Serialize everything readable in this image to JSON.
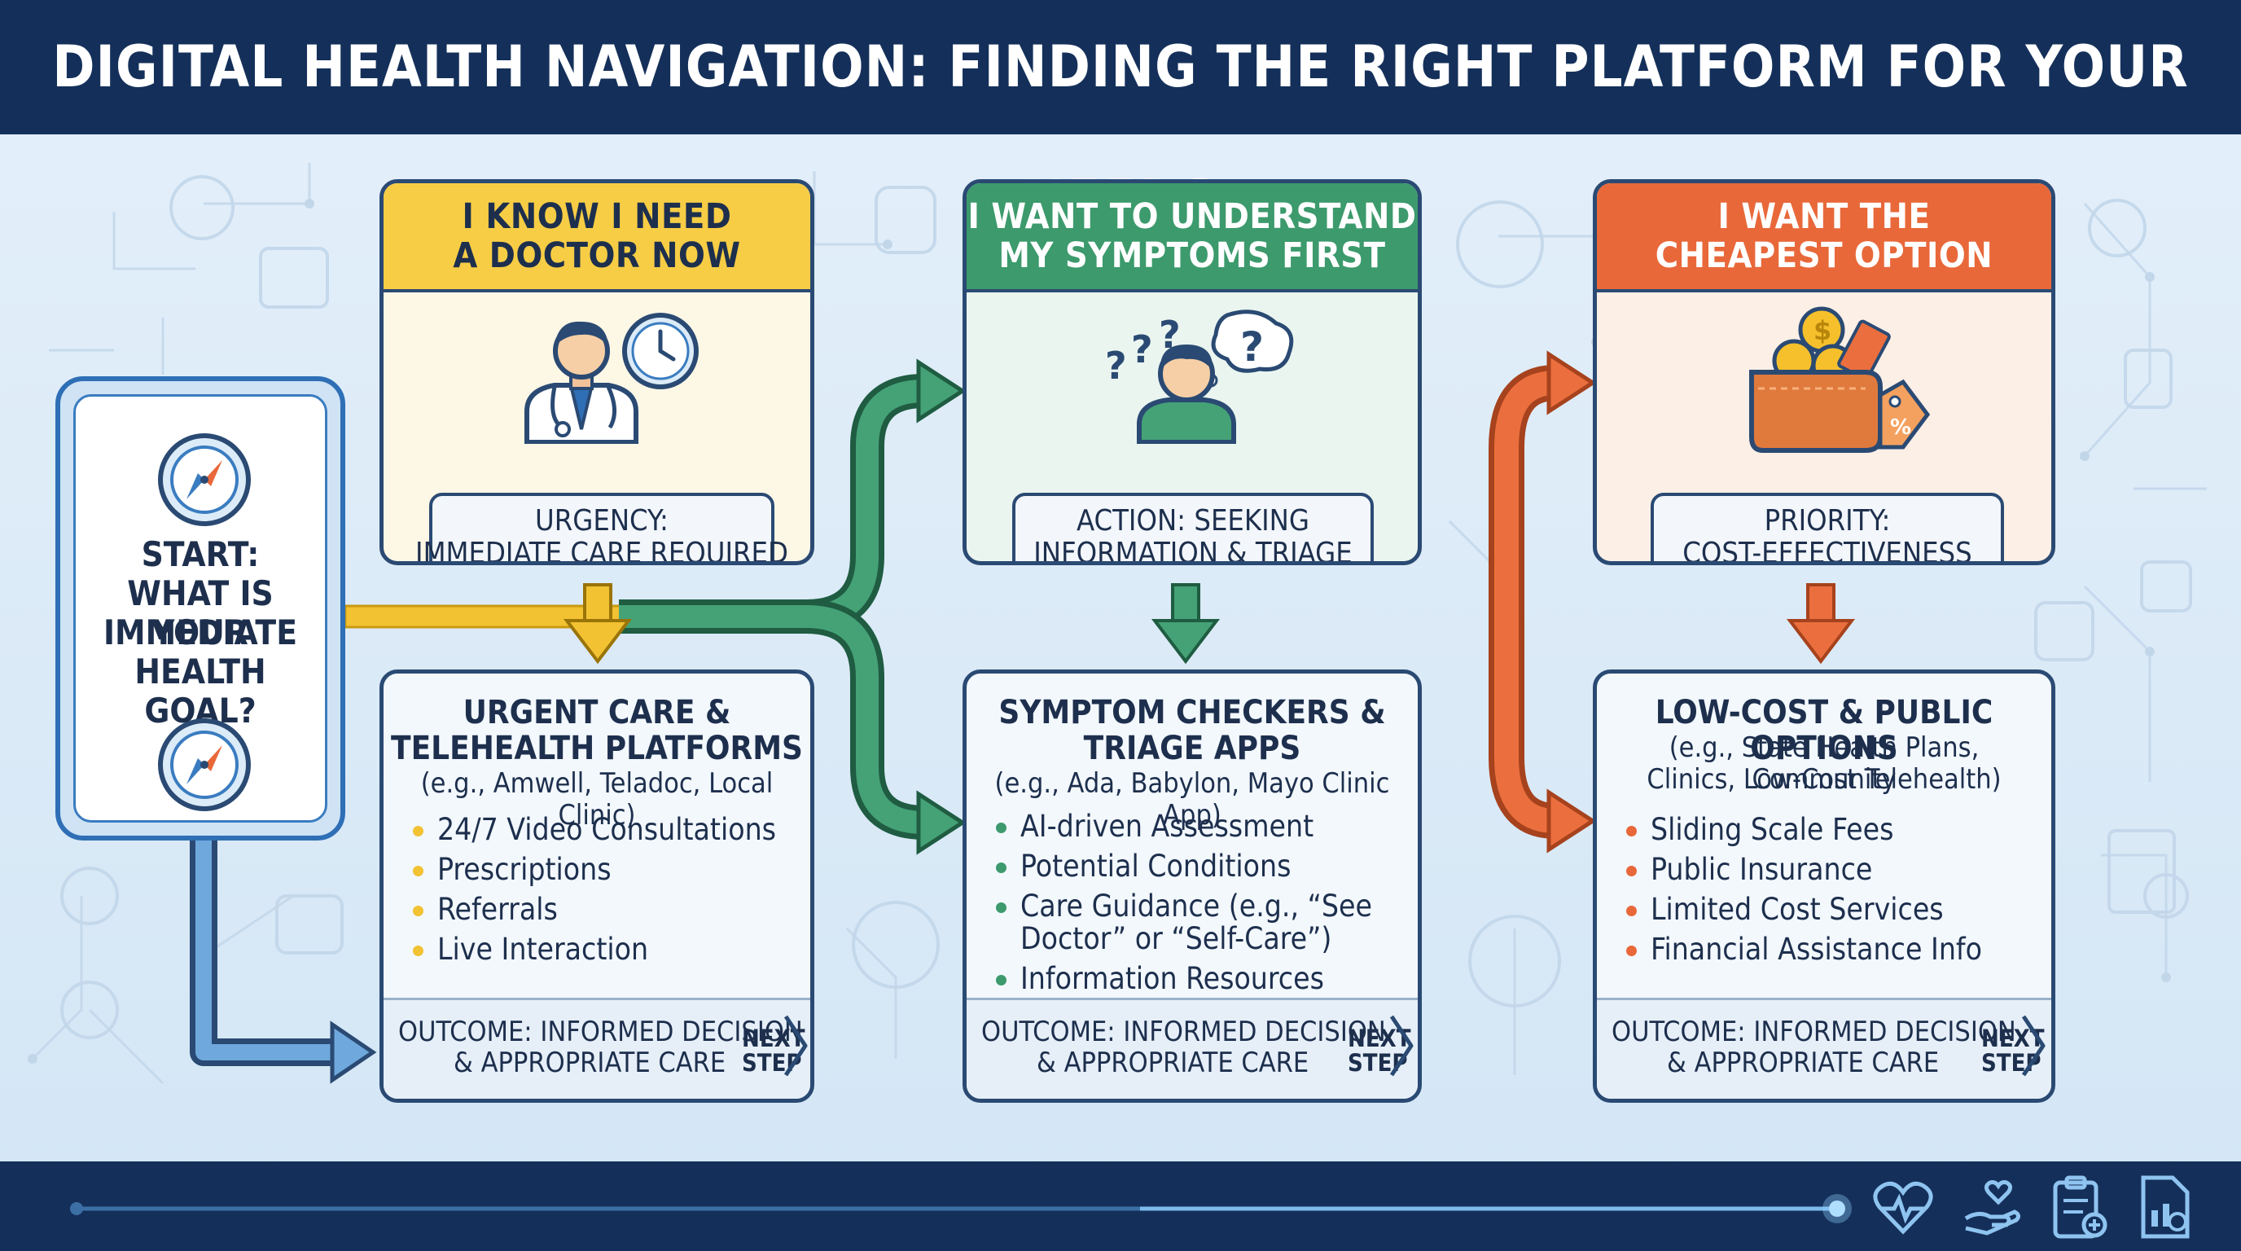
{
  "title": "DIGITAL HEALTH NAVIGATION: FINDING THE RIGHT PLATFORM FOR YOUR NEEDS",
  "colors": {
    "navy": "#14305a",
    "blue": "#3a7cc0",
    "yellow": "#f2c233",
    "green": "#3c9a6c",
    "orange": "#e8683a"
  },
  "start": {
    "lines": [
      "START:",
      "WHAT IS YOUR",
      "IMMEDIATE",
      "HEALTH GOAL?"
    ],
    "icons": [
      "compass-icon",
      "compass-icon"
    ]
  },
  "paths": [
    {
      "key": "doctor",
      "header_lines": [
        "I KNOW I NEED",
        "A DOCTOR NOW"
      ],
      "icon": "doctor-with-clock-icon",
      "tag_lines": [
        "URGENCY:",
        "IMMEDIATE CARE REQUIRED"
      ],
      "result_title_lines": [
        "URGENT CARE &",
        "TELEHEALTH PLATFORMS"
      ],
      "result_examples": [
        "(e.g., Amwell, Teladoc, Local Clinic)"
      ],
      "bullets": [
        "24/7 Video Consultations",
        "Prescriptions",
        "Referrals",
        "Live Interaction"
      ],
      "outcome_lines": [
        "OUTCOME: INFORMED DECISION",
        "& APPROPRIATE CARE"
      ],
      "next_step_lines": [
        "NEXT",
        "STEP"
      ]
    },
    {
      "key": "symptoms",
      "header_lines": [
        "I WANT TO UNDERSTAND",
        "MY SYMPTOMS FIRST"
      ],
      "icon": "confused-person-icon",
      "tag_lines": [
        "ACTION: SEEKING",
        "INFORMATION & TRIAGE"
      ],
      "result_title_lines": [
        "SYMPTOM CHECKERS &",
        "TRIAGE APPS"
      ],
      "result_examples": [
        "(e.g., Ada, Babylon, Mayo Clinic App)"
      ],
      "bullets": [
        "AI-driven Assessment",
        "Potential Conditions",
        "Care Guidance (e.g., “See\nDoctor” or “Self-Care”)",
        "Information Resources"
      ],
      "outcome_lines": [
        "OUTCOME: INFORMED DECISION",
        "& APPROPRIATE CARE"
      ],
      "next_step_lines": [
        "NEXT",
        "STEP"
      ]
    },
    {
      "key": "cheap",
      "header_lines": [
        "I WANT THE",
        "CHEAPEST OPTION"
      ],
      "icon": "wallet-with-coins-icon",
      "tag_lines": [
        "PRIORITY:",
        "COST-EFFECTIVENESS"
      ],
      "result_title_lines": [
        "LOW-COST & PUBLIC OPTIONS"
      ],
      "result_examples": [
        "(e.g., State Health Plans, Community",
        "Clinics, Low-Cost Telehealth)"
      ],
      "bullets": [
        "Sliding Scale Fees",
        "Public Insurance",
        "Limited Cost Services",
        "Financial Assistance Info"
      ],
      "outcome_lines": [
        "OUTCOME: INFORMED DECISION",
        "& APPROPRIATE CARE"
      ],
      "next_step_lines": [
        "NEXT",
        "STEP"
      ]
    }
  ],
  "footer_icons": [
    "heart-pulse-icon",
    "hand-heart-icon",
    "clipboard-icon",
    "document-chart-icon"
  ]
}
